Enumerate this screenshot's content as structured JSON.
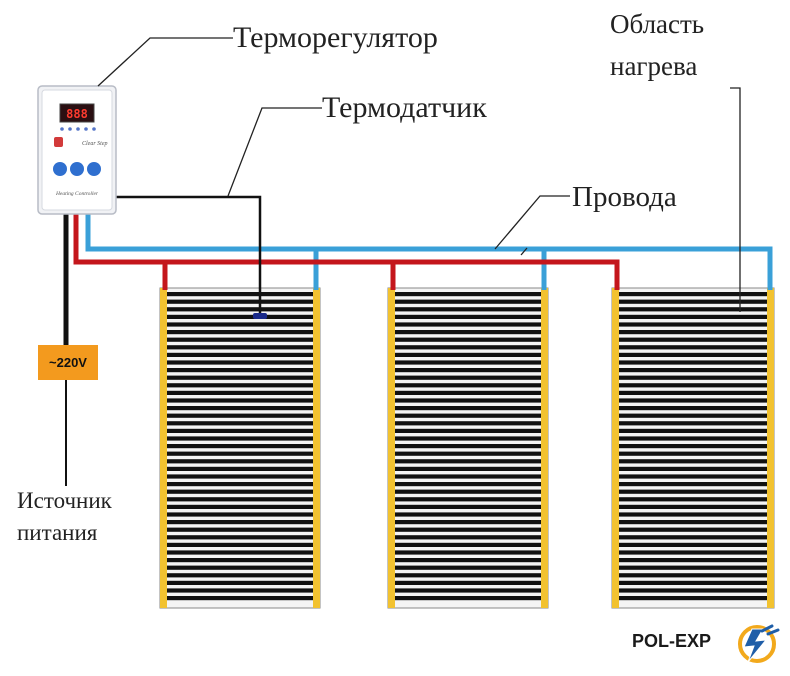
{
  "labels": {
    "thermostat": "Терморегулятор",
    "sensor": "Термодатчик",
    "heating_area_line1": "Область",
    "heating_area_line2": "нагрева",
    "wires": "Провода",
    "power_line1": "Источник",
    "power_line2": "питания"
  },
  "power_box": {
    "label": "~220V"
  },
  "logo": {
    "text": "POL-EXP"
  },
  "colors": {
    "live_wire": "#c4161c",
    "neutral_wire": "#3aa0d8",
    "sensor_wire": "#111111",
    "power_box": "#f39a1e",
    "strip_edge": "#f2c230",
    "heating_stripe": "#111111"
  },
  "panels": {
    "count": 3
  }
}
